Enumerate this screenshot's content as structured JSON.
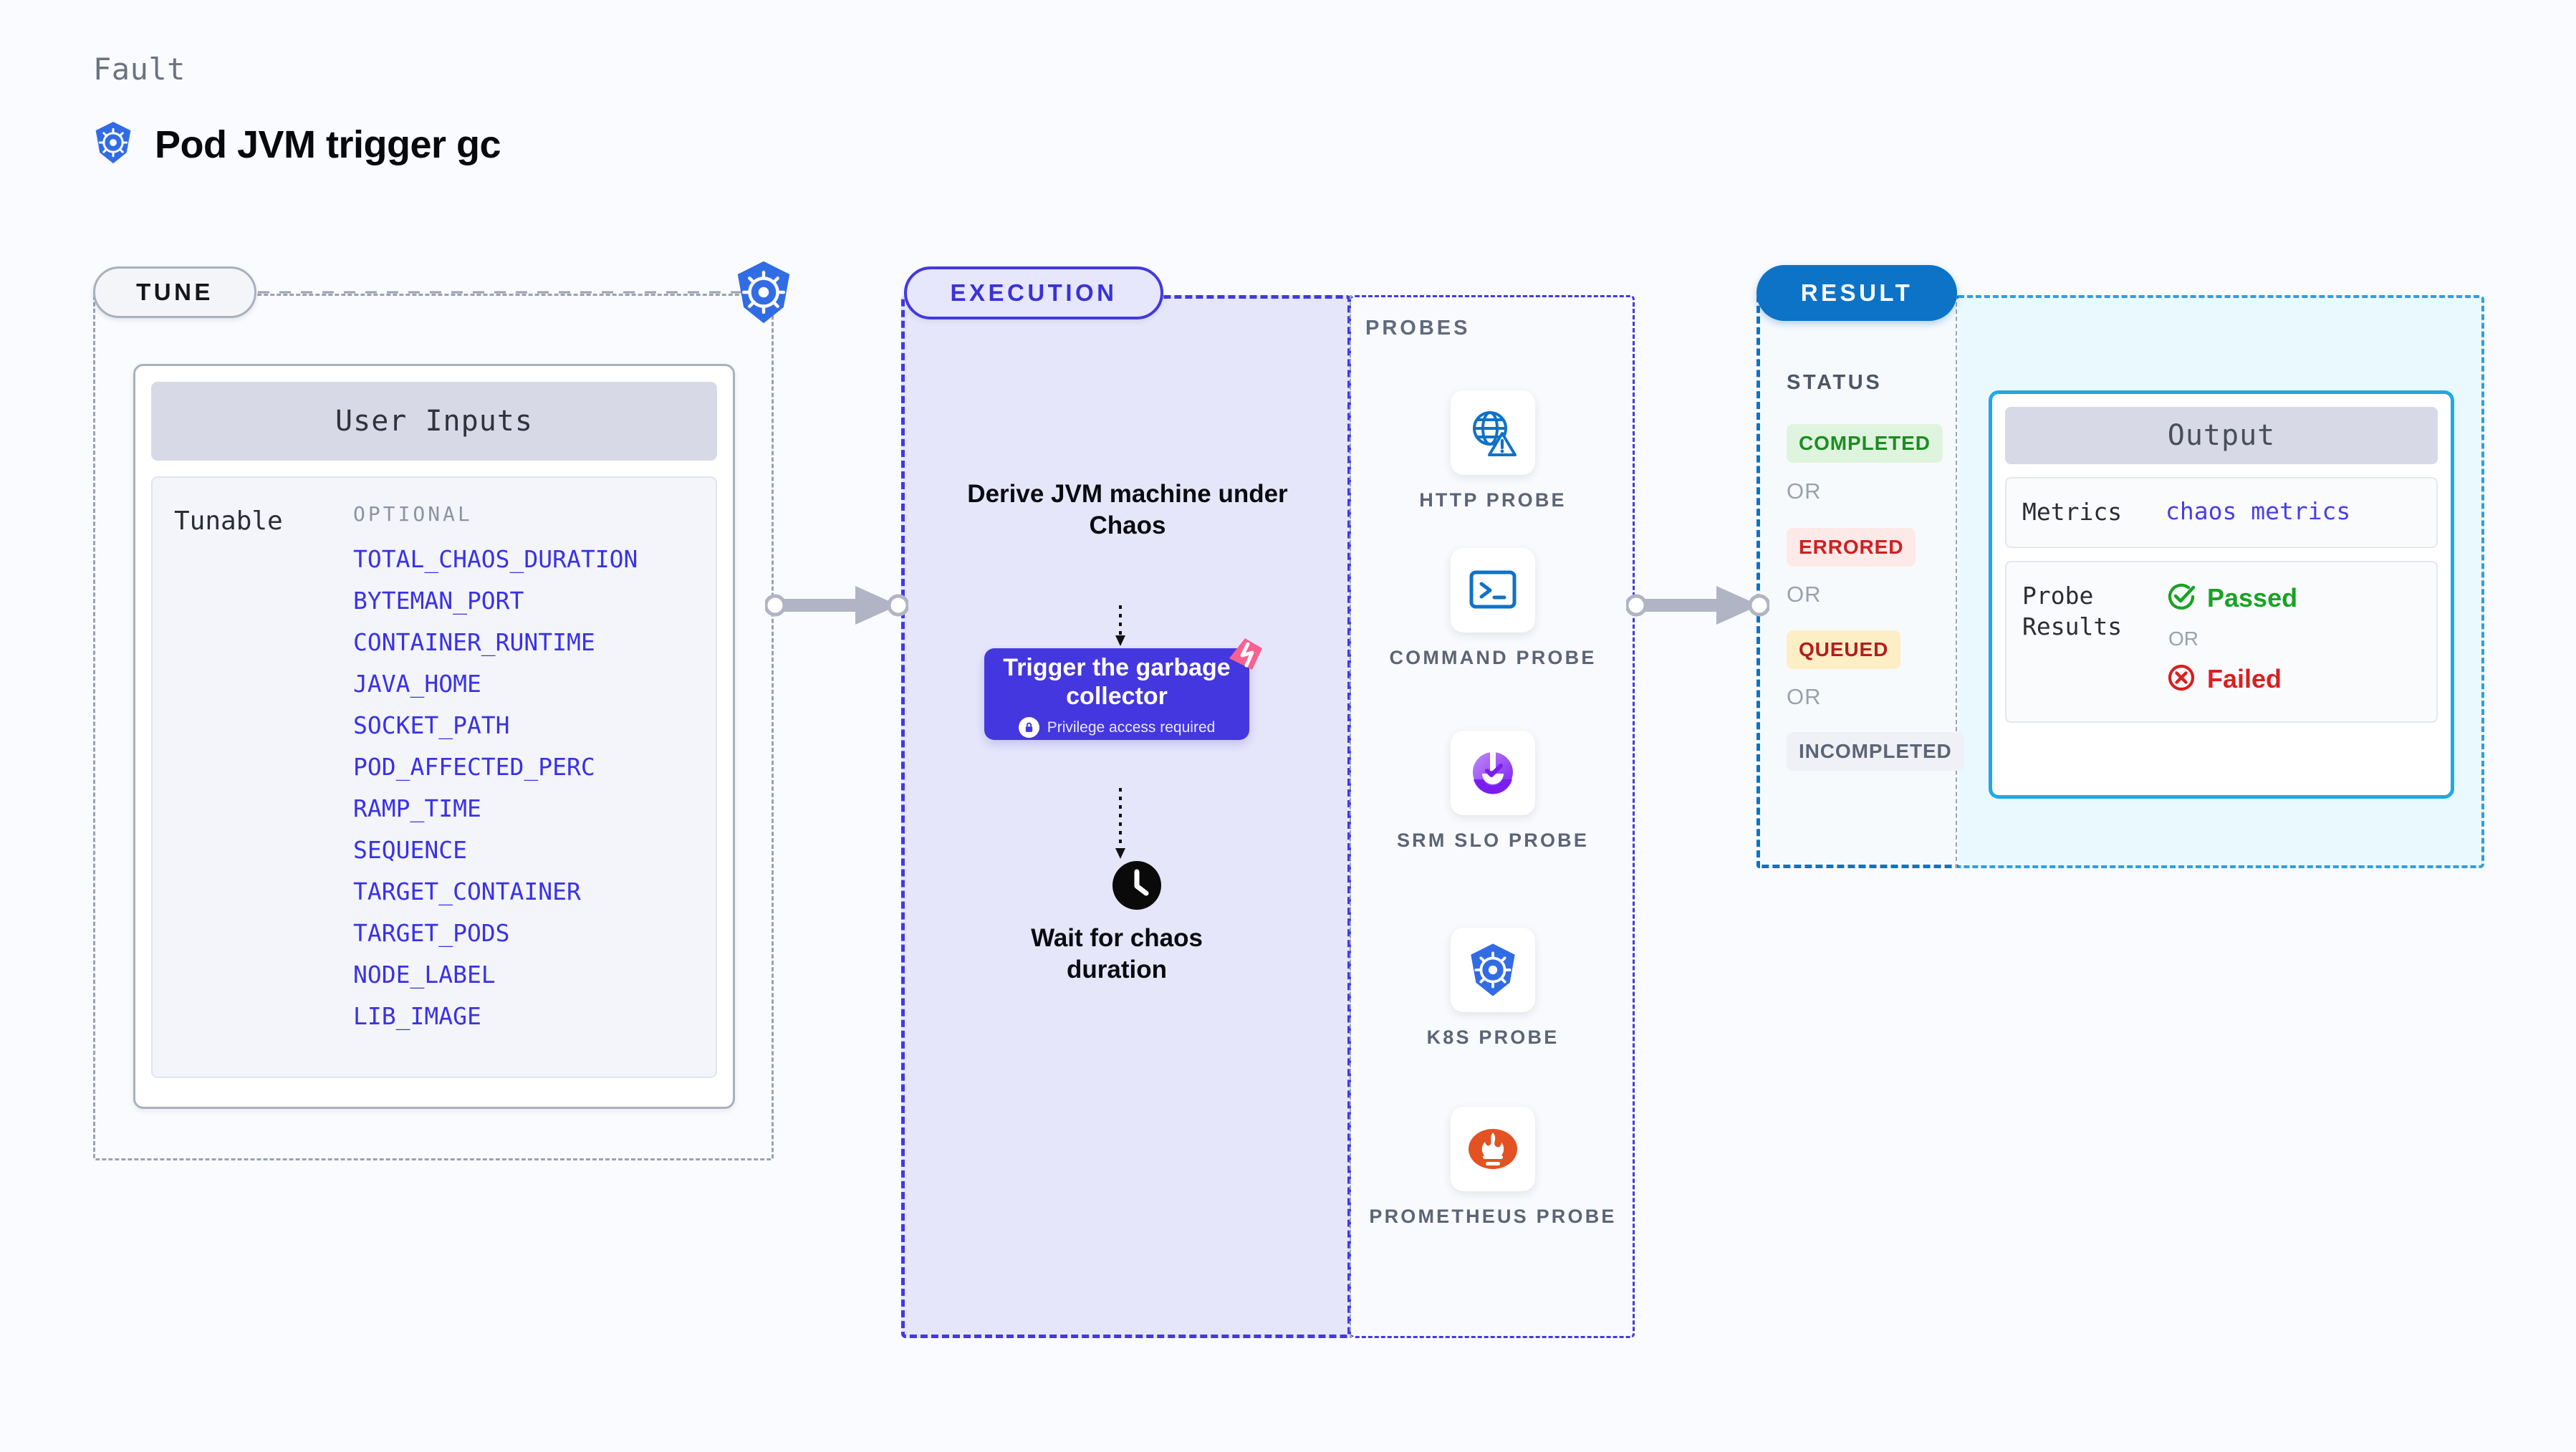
{
  "header": {
    "kicker": "Fault",
    "title": "Pod JVM trigger gc",
    "icon": "kubernetes-icon"
  },
  "tune": {
    "pill_label": "TUNE",
    "badge_icon": "kubernetes-icon",
    "card": {
      "title": "User Inputs",
      "left_label": "Tunable",
      "optional_label": "OPTIONAL",
      "tunables": [
        {
          "name": "TOTAL_CHAOS_DURATION",
          "gap": false
        },
        {
          "name": "BYTEMAN_PORT",
          "gap": false
        },
        {
          "name": "CONTAINER_RUNTIME",
          "gap": false
        },
        {
          "name": "JAVA_HOME",
          "gap": false
        },
        {
          "name": "SOCKET_PATH",
          "gap": true
        },
        {
          "name": "POD_AFFECTED_PERC",
          "gap": false
        },
        {
          "name": "RAMP_TIME",
          "gap": false
        },
        {
          "name": "SEQUENCE",
          "gap": true
        },
        {
          "name": "TARGET_CONTAINER",
          "gap": false
        },
        {
          "name": "TARGET_PODS",
          "gap": true
        },
        {
          "name": "NODE_LABEL",
          "gap": true
        },
        {
          "name": "LIB_IMAGE",
          "gap": true
        }
      ]
    }
  },
  "execution": {
    "pill_label": "EXECUTION",
    "derive_label": "Derive JVM machine under Chaos",
    "card": {
      "title": "Trigger the garbage collector",
      "subtitle": "Privilege access required",
      "lock_icon": "lock-icon",
      "corner_icon": "chaos-fault-icon"
    },
    "wait_label": "Wait for chaos duration",
    "clock_icon": "clock-icon"
  },
  "probes": {
    "title": "PROBES",
    "items": [
      {
        "label": "HTTP PROBE",
        "icon": "globe-warning-icon"
      },
      {
        "label": "COMMAND PROBE",
        "icon": "terminal-icon"
      },
      {
        "label": "SRM SLO PROBE",
        "icon": "srm-slo-icon"
      },
      {
        "label": "K8S PROBE",
        "icon": "kubernetes-icon"
      },
      {
        "label": "PROMETHEUS PROBE",
        "icon": "prometheus-icon"
      }
    ]
  },
  "result": {
    "pill_label": "RESULT",
    "status_title": "STATUS",
    "or_label": "OR",
    "statuses": [
      {
        "label": "COMPLETED",
        "bg": "#dff4de",
        "fg": "#1d8c22"
      },
      {
        "label": "ERRORED",
        "bg": "#fde9e7",
        "fg": "#cf2020"
      },
      {
        "label": "QUEUED",
        "bg": "#fdeec6",
        "fg": "#b41d1d"
      },
      {
        "label": "INCOMPLETED",
        "bg": "#eff1f6",
        "fg": "#5c6477"
      }
    ],
    "output": {
      "title": "Output",
      "metrics_key": "Metrics",
      "metrics_value": "chaos metrics",
      "probe_results_key": "Probe Results",
      "passed_label": "Passed",
      "failed_label": "Failed",
      "or_label": "OR",
      "passed_icon": "check-circle-icon",
      "failed_icon": "x-circle-icon"
    }
  },
  "colors": {
    "violet": "#4437df",
    "blue": "#0d73c7",
    "cyan": "#20a8e6",
    "pink": "#f8608f",
    "green": "#18a325",
    "red": "#d91f1f"
  }
}
